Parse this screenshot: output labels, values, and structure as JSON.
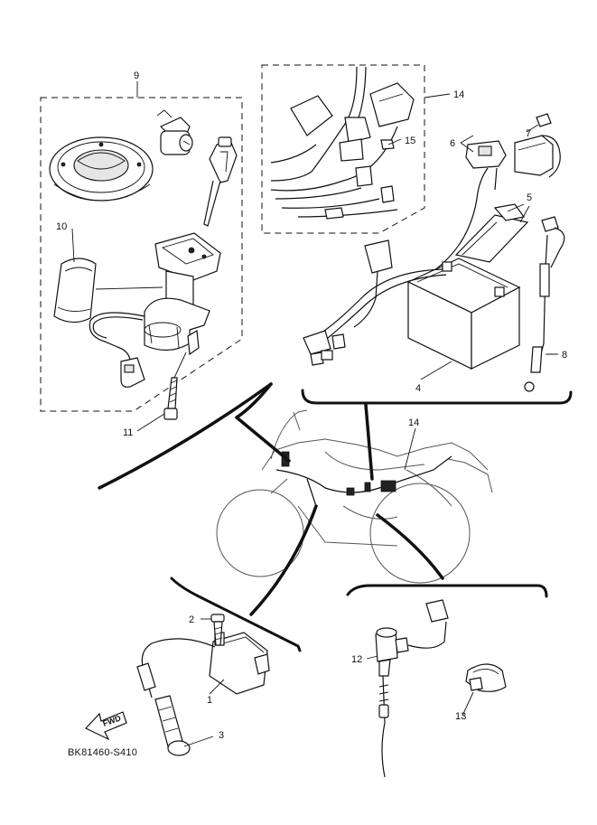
{
  "diagram": {
    "code": "BK81460-S410",
    "fwd_label": "FWD",
    "callouts": [
      {
        "id": "c1",
        "label": "1"
      },
      {
        "id": "c2",
        "label": "2"
      },
      {
        "id": "c3",
        "label": "3"
      },
      {
        "id": "c4",
        "label": "4"
      },
      {
        "id": "c5",
        "label": "5"
      },
      {
        "id": "c6",
        "label": "6"
      },
      {
        "id": "c7",
        "label": "7"
      },
      {
        "id": "c8",
        "label": "8"
      },
      {
        "id": "c9",
        "label": "9"
      },
      {
        "id": "c10",
        "label": "10"
      },
      {
        "id": "c11",
        "label": "11"
      },
      {
        "id": "c12",
        "label": "12"
      },
      {
        "id": "c13",
        "label": "13"
      },
      {
        "id": "c14a",
        "label": "14"
      },
      {
        "id": "c14b",
        "label": "14"
      },
      {
        "id": "c15",
        "label": "15"
      }
    ]
  }
}
